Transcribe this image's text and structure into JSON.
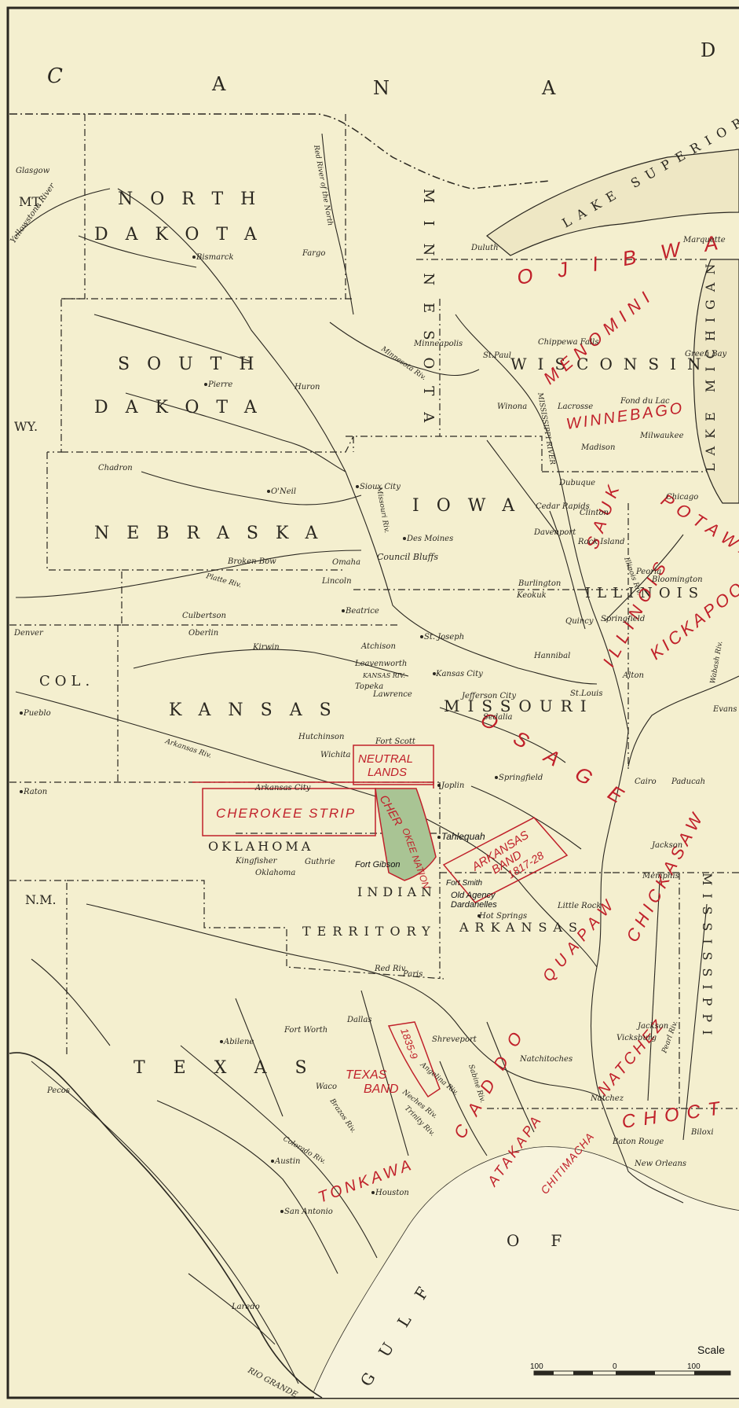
{
  "colors": {
    "background": "#f4efcf",
    "ink": "#2a2720",
    "tribe_red": "#c0202a",
    "cherokee_green": "#a9c494"
  },
  "regions": {
    "canada_c": "C",
    "canada_a": "A",
    "canada_n": "N",
    "canada_a2": "A",
    "canada_d": "D",
    "north": "NORTH",
    "dakota_n": "DAKOTA",
    "south": "SOUTH",
    "dakota_s": "DAKOTA",
    "nebraska": "NEBRASKA",
    "iowa": "IOWA",
    "wisconsin": "WISCONSIN",
    "illinois": "ILLINOIS",
    "kansas": "KANSAS",
    "missouri": "MISSOURI",
    "oklahoma": "OKLAHOMA",
    "indian": "INDIAN",
    "territory": "TERRITORY",
    "arkansas": "ARKANSAS",
    "texas": "TEXAS",
    "mississippi": "MISSISSIPPI",
    "lake_michigan": "LAKE MICHIGAN",
    "gulf": "GULF",
    "of": "OF",
    "lake_superior": "LAKE SUPERIOR",
    "mt": "MT.",
    "wy": "WY.",
    "col": "COL.",
    "nm": "N.M.",
    "minnesota": "MINNESOTA"
  },
  "tribes": {
    "ojibwa": "OJIBWA",
    "menomini": "MENOMINI",
    "winnebago": "WINNEBAGO",
    "sauk": "SAUK",
    "potawa": "POTAWA",
    "illinois": "ILLINOIS",
    "kickapoo": "KICKAPOO",
    "osage": "OSAGE",
    "quapaw": "QUAPAW",
    "chickasaw": "CHICKASAW",
    "natchez": "NATCHEZ",
    "choctaw": "CHOCT",
    "caddo": "CADDO",
    "atakapa": "ATAKAPA",
    "chitimacha": "CHITIMACHA",
    "tonkawa": "TONKAWA",
    "neutral_lands_1": "NEUTRAL",
    "neutral_lands_2": "LANDS",
    "cherokee_strip": "CHEROKEE STRIP",
    "cher": "CHER",
    "okee_nation": "OKEE NATION",
    "arkansas_band_1": "ARKANSAS",
    "arkansas_band_2": "BAND",
    "arkansas_band_3": "1817-28",
    "texas_band_1": "TEXAS",
    "texas_band_2": "BAND",
    "texas_years": "1835-9"
  },
  "places": {
    "glasgow": "Glasgow",
    "yellowstone": "Yellowstone River",
    "bismarck": "Bismarck",
    "fargo": "Fargo",
    "red_river_north": "Red River of the North",
    "duluth": "Duluth",
    "marquette": "Marquette",
    "minneapolis": "Minneapolis",
    "st_paul": "St.Paul",
    "chippewa_falls": "Chippewa Falls",
    "green_bay": "Green Bay",
    "pierre": "Pierre",
    "huron": "Huron",
    "minnesota_riv": "Minnesota Riv.",
    "winona": "Winona",
    "lacrosse": "Lacrosse",
    "fond_du_lac": "Fond du Lac",
    "madison": "Madison",
    "milwaukee": "Milwaukee",
    "chadron": "Chadron",
    "oneil": "O'Neil",
    "sioux_city": "Sioux City",
    "dubuque": "Dubuque",
    "cedar_rapids": "Cedar Rapids",
    "clinton": "Clinton",
    "chicago": "Chicago",
    "davenport": "Davenport",
    "rock_island": "Rock Island",
    "des_moines": "Des Moines",
    "omaha": "Omaha",
    "council_bluffs": "Council Bluffs",
    "broken_bow": "Broken Bow",
    "platte_riv": "Platte Riv.",
    "lincoln": "Lincoln",
    "burlington": "Burlington",
    "keokuk": "Keokuk",
    "peoria": "Peoria",
    "bloomington": "Bloomington",
    "quincy": "Quincy",
    "springfield_il": "Springfield",
    "culbertson": "Culbertson",
    "oberlin": "Oberlin",
    "beatrice": "Beatrice",
    "denver": "Denver",
    "kirwin": "Kirwin",
    "atchison": "Atchison",
    "st_joseph": "St. Joseph",
    "hannibal": "Hannibal",
    "leavenworth": "Leavenworth",
    "kansas_riv": "KANSAS RIV.",
    "kansas_city": "Kansas City",
    "topeka": "Topeka",
    "lawrence": "Lawrence",
    "jefferson_city": "Jefferson City",
    "sedalia": "Sedalia",
    "st_louis": "St.Louis",
    "alton": "Alton",
    "pueblo": "Pueblo",
    "arkansas_riv": "Arkansas Riv.",
    "hutchinson": "Hutchinson",
    "wichita": "Wichita",
    "fort_scott": "Fort Scott",
    "springfield_mo": "Springfield",
    "cairo": "Cairo",
    "paducah": "Paducah",
    "evansville": "Evans",
    "joplin": "Joplin",
    "arkansas_city": "Arkansas City",
    "raton": "Raton",
    "tahlequah": "Tahlequah",
    "fort_gibson": "Fort Gibson",
    "kingfisher": "Kingfisher",
    "guthrie": "Guthrie",
    "oklahoma_city": "Oklahoma",
    "jackson_tn": "Jackson",
    "memphis": "Memphis",
    "fort_smith": "Fort Smith",
    "old_agency": "Old Agency",
    "dardanelles": "Dardanelles",
    "little_rock": "Little Rock",
    "hot_springs": "Hot Springs",
    "red_riv": "Red Riv.",
    "paris": "Paris",
    "dallas": "Dallas",
    "fort_worth": "Fort Worth",
    "abilene": "Abilene",
    "shreveport": "Shreveport",
    "jackson_ms": "Jackson",
    "vicksburg": "Vicksburg",
    "natchitoches": "Natchitoches",
    "natchez_town": "Natchez",
    "pecos": "Pecos",
    "waco": "Waco",
    "brazos_riv": "Brazos Riv.",
    "neches_riv": "Neches Riv.",
    "sabine_riv": "Sabine Riv.",
    "angelina_riv": "Angelina Riv.",
    "trinity_riv": "Trinity Riv.",
    "colorado_riv": "Colorado Riv.",
    "austin": "Austin",
    "houston": "Houston",
    "baton_rouge": "Baton Rouge",
    "biloxi": "Biloxi",
    "new_orleans": "New Orleans",
    "san_antonio": "San Antonio",
    "laredo": "Laredo",
    "rio_grande": "RIO GRANDE",
    "mississippi_riv": "MISSISSIPPI RIVER",
    "wabash_riv": "Wabash Riv.",
    "pearl_riv": "Pearl Riv.",
    "illinois_riv": "Illinois Riv.",
    "missouri_riv": "Missouri Riv."
  },
  "scale": {
    "label": "Scale",
    "left": "100",
    "mid": "0",
    "right": "100"
  }
}
